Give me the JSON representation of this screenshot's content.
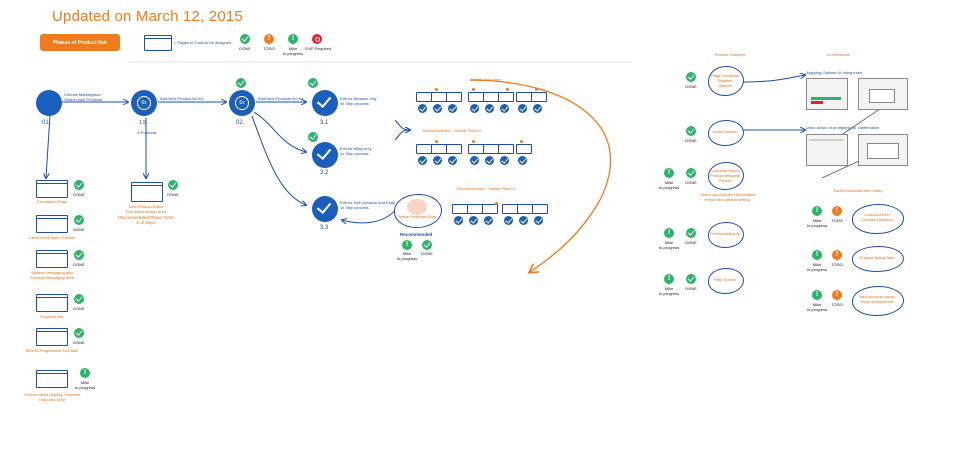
{
  "title": "Updated on March 12, 2015",
  "pill": "Phases of Product listr",
  "legend": {
    "page": "= Pages or Tools to be designed",
    "done": "DONE",
    "todo": "TODO",
    "wip": "Mike\nIn-progress",
    "fix": "FIXE Required"
  },
  "flow": {
    "n01": "01.",
    "n01_text": "Choose Marketplace\nSearch past Products",
    "n15": "1.5",
    "n15_text": "Add New Product led Ks",
    "n15_sub": "6 Products",
    "n15_box_top": "New Product Editor",
    "n15_box_bot": "Pick listed design Area",
    "estimate": "Recommended Phase Time\n1~2 Days",
    "n02": "02.",
    "n02_text": "Add New Products led Ks",
    "n31": "3.1",
    "n31_text": "Edit for Amazon only\n1x Step process",
    "n32": "3.2",
    "n32_text": "Edit for eBay only\n1x Step process",
    "n33": "3.3",
    "n33_text": "Edit for both Amazon and Ebay\n1x Step process",
    "similar_top": "Similar Flow Here",
    "rec1": "Recommended – Similar Flow UI",
    "rec2": "Recommended – Similar Flow UI",
    "blob_text": "Similar Features Ebay",
    "rec_label": "Recommended",
    "rec_wip": "Mike\nIn-progress",
    "rec_done": "DONE"
  },
  "left_items": [
    {
      "label": "Foundation Page",
      "status": "DONE"
    },
    {
      "label": "Client Feed Back Channel",
      "status": "DONE"
    },
    {
      "label": "System Messaging also\nProcess Messaging area",
      "status": "DONE"
    },
    {
      "label": "Progress Bar",
      "status": "DONE"
    },
    {
      "label": "MOMO Progression Tool atlib",
      "status": "DONE"
    },
    {
      "label": "Product listed Display, Featured\nDrag and Drop",
      "status": "Mike\nIn-progress"
    }
  ],
  "right": {
    "col1": "Product Features",
    "col2": "UI Reference",
    "items": [
      {
        "text": "Page Functions\nTogether\nOptions",
        "status": "DONE"
      },
      {
        "text": "Undo Solution",
        "status": "DONE"
      },
      {
        "text": "Customer Saved\nProduct template\nPreset",
        "status": "DONE",
        "wip": "Mike\nIn-progress",
        "note": "Users can Add alert this feature\nPreset and default setting"
      },
      {
        "text": "Product listing Ai",
        "status": "DONE",
        "wip": "Mike\nIn-progress"
      },
      {
        "text": "Help Screen",
        "status": "DONE",
        "wip": "Mike\nIn-progress"
      }
    ],
    "ref1": "Applying Options UI using trees",
    "ref2": "Undo action of prompting for confirmation",
    "todo_head": "Earlier Business then today",
    "todo_items": [
      {
        "text": "Look and Feel\nCreative Direction",
        "status": "TODO",
        "wip": "Mike\nIn-progress"
      },
      {
        "text": "Product listing Tabs",
        "status": "TODO",
        "wip": "Mike\nIn-progress"
      },
      {
        "text": "Add products via an\nexcel spreadsheet",
        "status": "TODO",
        "wip": "Mike\nIn-progress"
      }
    ]
  },
  "colors": {
    "orange": "#f07b1d",
    "blue": "#1a5fbd",
    "green": "#2db36a",
    "red": "#e2232a"
  }
}
